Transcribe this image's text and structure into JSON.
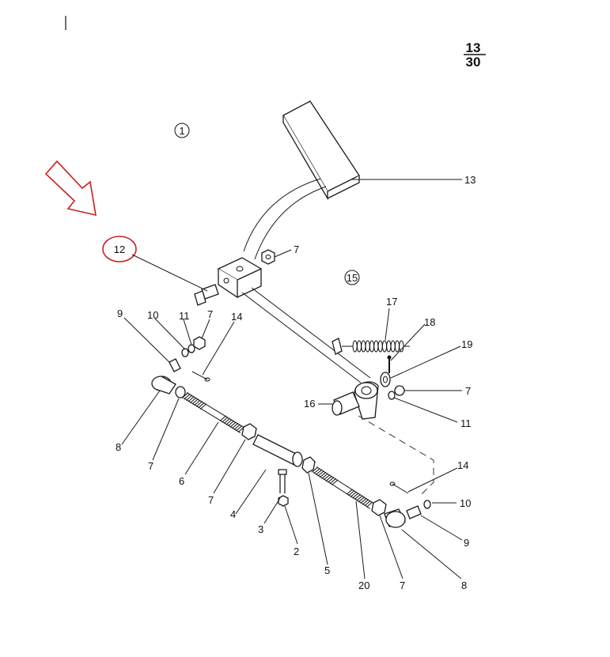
{
  "page": {
    "number_top": "13",
    "number_bottom": "30"
  },
  "group_labels": {
    "g1": "1",
    "g15": "15"
  },
  "highlight": {
    "callout_label": "12",
    "color": "#cc1f1f"
  },
  "callouts": {
    "c13": "13",
    "c7a": "7",
    "c12": "12",
    "c9a": "9",
    "c10a": "10",
    "c11a": "11",
    "c7b": "7",
    "c14a": "14",
    "c17": "17",
    "c18": "18",
    "c19": "19",
    "c7c": "7",
    "c16": "16",
    "c11b": "11",
    "c8a": "8",
    "c7d": "7",
    "c6": "6",
    "c7e": "7",
    "c4": "4",
    "c3": "3",
    "c2": "2",
    "c5": "5",
    "c20": "20",
    "c7f": "7",
    "c8b": "8",
    "c9b": "9",
    "c10b": "10",
    "c14b": "14"
  }
}
